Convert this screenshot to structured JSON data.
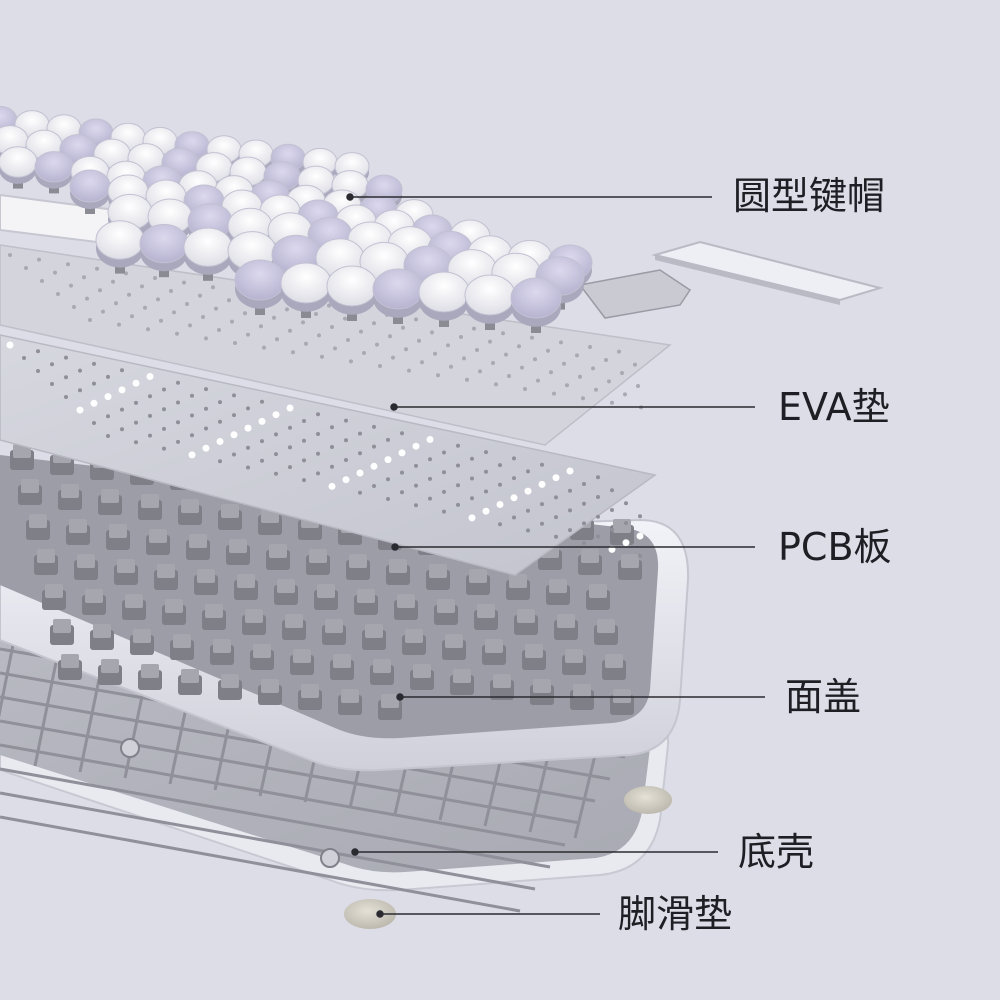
{
  "callouts": [
    {
      "id": "keycaps",
      "text": "圆型键帽"
    },
    {
      "id": "eva",
      "text": "EVA垫"
    },
    {
      "id": "pcb",
      "text": "PCB板"
    },
    {
      "id": "top-cover",
      "text": "面盖"
    },
    {
      "id": "bottom-case",
      "text": "底壳"
    },
    {
      "id": "foot-pad",
      "text": "脚滑垫"
    }
  ],
  "colors": {
    "background": "#dcdde6",
    "keycap_white": "#f1f1f4",
    "keycap_lavender": "#c9c6de",
    "plate": "#c9cad3",
    "case": "#e6e7ee",
    "switch": "#8d8d94",
    "foot_pad": "#cfccc2"
  }
}
